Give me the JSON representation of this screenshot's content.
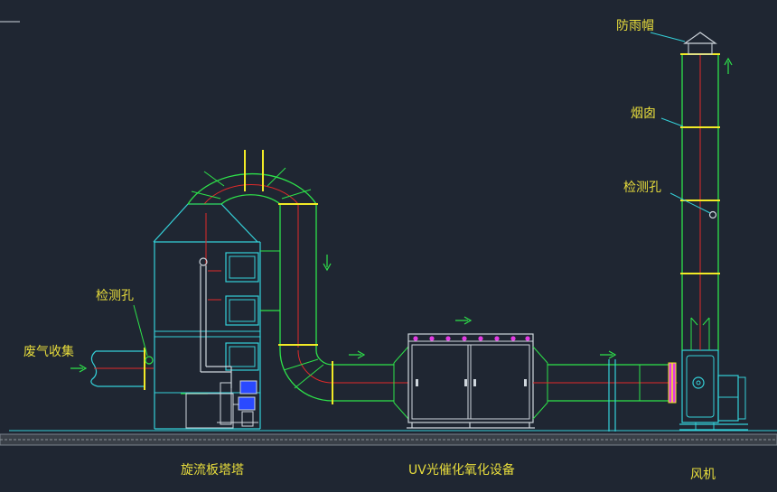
{
  "labels": {
    "rain_cap": "防雨帽",
    "chimney": "烟囱",
    "test_hole_right": "检测孔",
    "test_hole_left": "检测孔",
    "exhaust_collection": "废气收集",
    "scrubber_tower": "旋流板塔塔",
    "uv_equipment": "UV光催化氧化设备",
    "fan": "风机"
  },
  "colors": {
    "background": "#1f2632",
    "outline_cyan": "#34d0d8",
    "duct_green": "#2ee24a",
    "centerline_red": "#e02a2a",
    "flange_yellow": "#f2ea26",
    "label_yellow": "#e7dc3c",
    "uv_lamp_magenta": "#e23ce2",
    "pump_blue": "#2a49ff"
  }
}
